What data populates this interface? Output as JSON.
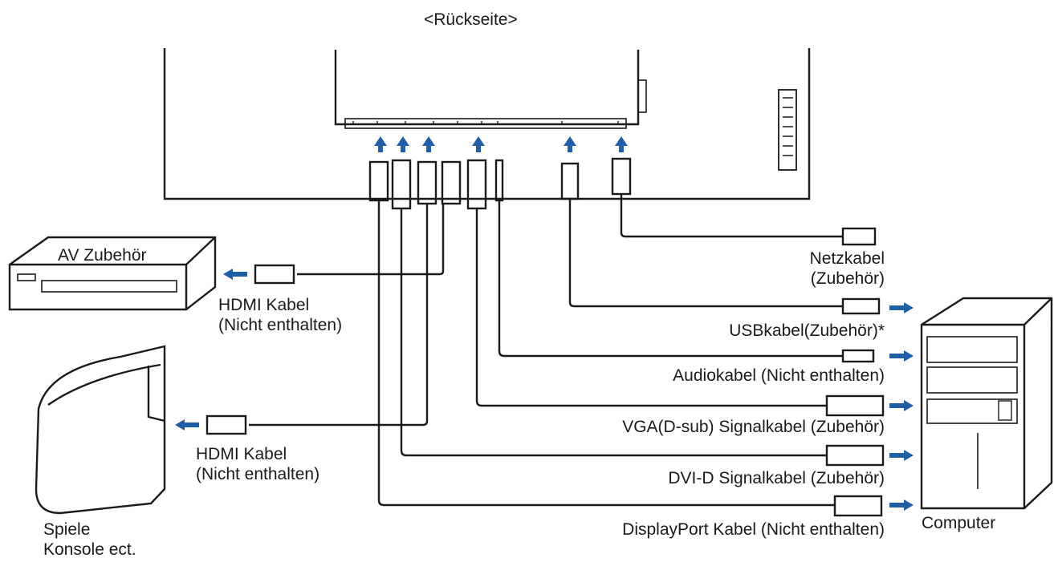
{
  "title": "<Rückseite>",
  "devices": {
    "av": {
      "label": "AV Zubehör"
    },
    "console": {
      "line1": "Spiele",
      "line2": "Konsole ect."
    },
    "computer": {
      "label": "Computer"
    }
  },
  "cables": {
    "hdmi_av": {
      "line1": "HDMI Kabel",
      "line2": "(Nicht enthalten)"
    },
    "hdmi_console": {
      "line1": "HDMI Kabel",
      "line2": "(Nicht enthalten)"
    },
    "power": {
      "line1": "Netzkabel",
      "line2": "(Zubehör)"
    },
    "usb": {
      "label": "USBkabel(Zubehör)*"
    },
    "audio": {
      "label": "Audiokabel (Nicht enthalten)"
    },
    "vga": {
      "label": "VGA(D-sub) Signalkabel (Zubehör)"
    },
    "dvi": {
      "label": "DVI-D Signalkabel (Zubehör)"
    },
    "displayport": {
      "label": "DisplayPort Kabel (Nicht enthalten)"
    }
  },
  "colors": {
    "arrow": "#1f5fa8",
    "line": "#1a1a1a"
  }
}
